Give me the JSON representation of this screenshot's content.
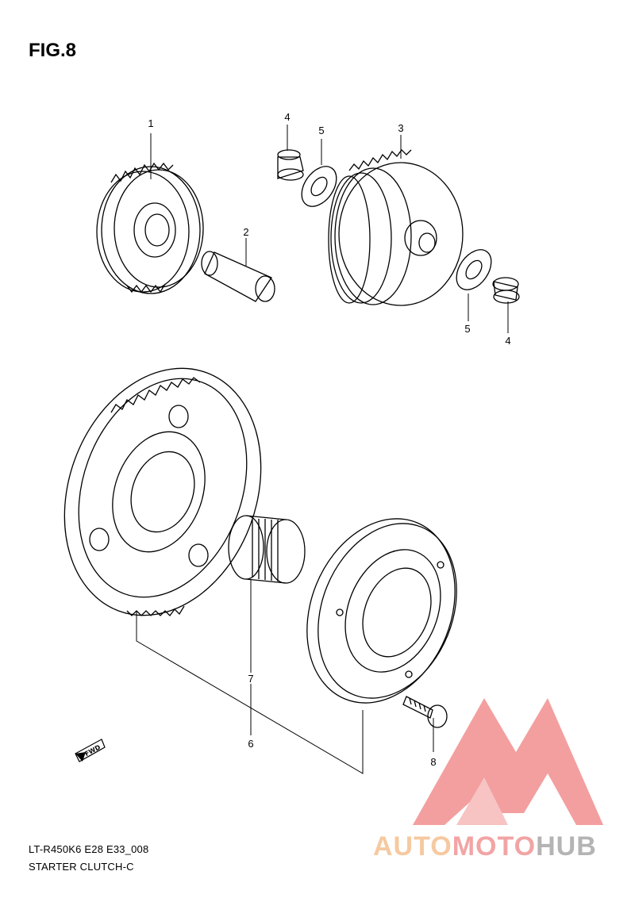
{
  "figure": {
    "title": "FIG.8"
  },
  "callouts": [
    {
      "num": "1"
    },
    {
      "num": "2"
    },
    {
      "num": "3"
    },
    {
      "num": "4"
    },
    {
      "num": "5"
    },
    {
      "num": "5"
    },
    {
      "num": "4"
    },
    {
      "num": "7"
    },
    {
      "num": "6"
    },
    {
      "num": "8"
    }
  ],
  "fwd_label": "FWD",
  "footer": {
    "code": "LT-R450K6 E28 E33_008",
    "description": "STARTER CLUTCH-C"
  },
  "watermark": {
    "part1": "AUTO",
    "part2": "MOTO",
    "part3": "HUB"
  },
  "colors": {
    "line": "#000000",
    "watermark_red": "#f08080",
    "watermark_orange": "#f6c9a0",
    "watermark_gray": "#b4b4b4"
  }
}
